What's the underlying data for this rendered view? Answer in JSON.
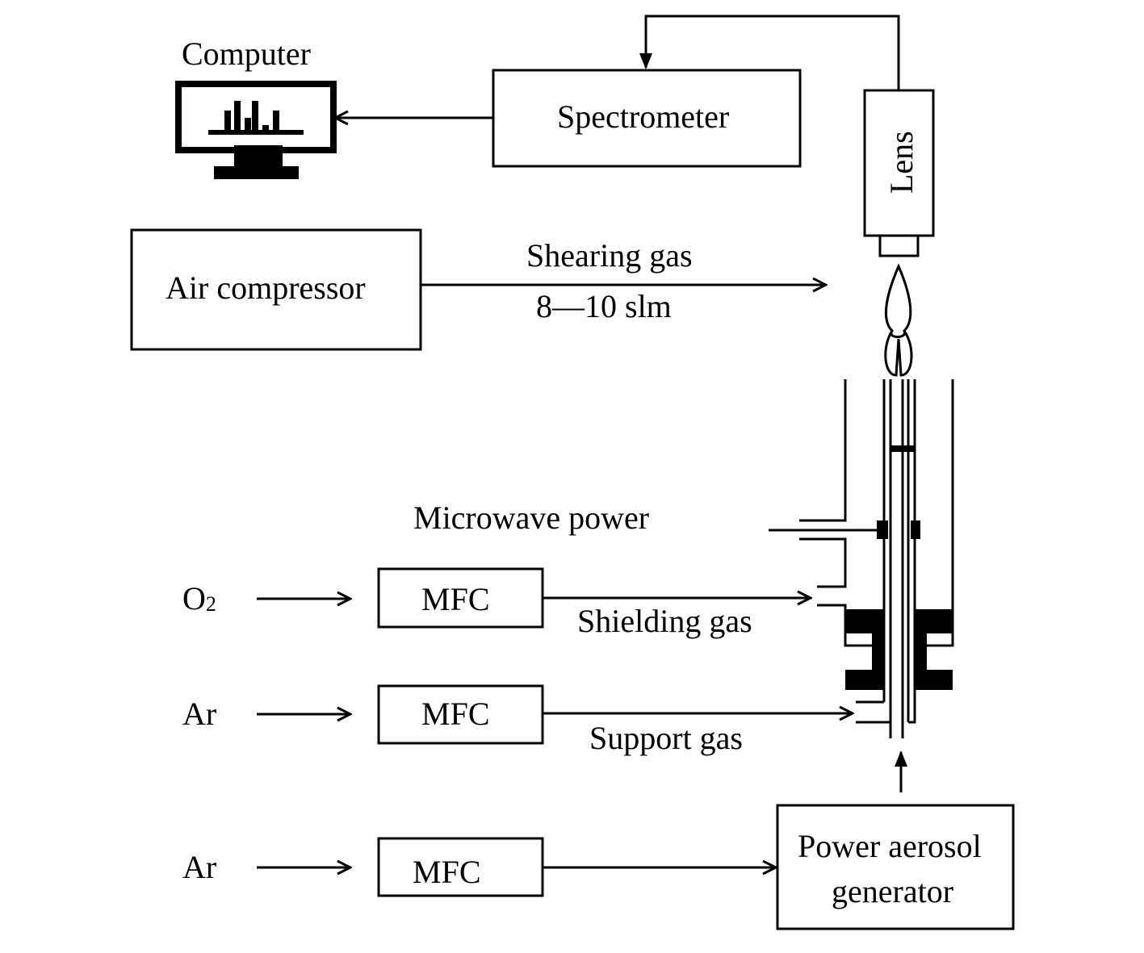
{
  "labels": {
    "computer": "Computer",
    "spectrometer": "Spectrometer",
    "lens": "Lens",
    "air_compressor": "Air compressor",
    "shearing_gas": "Shearing gas",
    "shearing_flow": "8—10 slm",
    "microwave_power": "Microwave power",
    "o2": "O",
    "o2_sub": "2",
    "ar1": "Ar",
    "ar2": "Ar",
    "mfc1": "MFC",
    "mfc2": "MFC",
    "mfc3": "MFC",
    "shielding_gas": "Shielding gas",
    "support_gas": "Support gas",
    "aerosol_line1": "Power aerosol",
    "aerosol_line2": "generator"
  }
}
